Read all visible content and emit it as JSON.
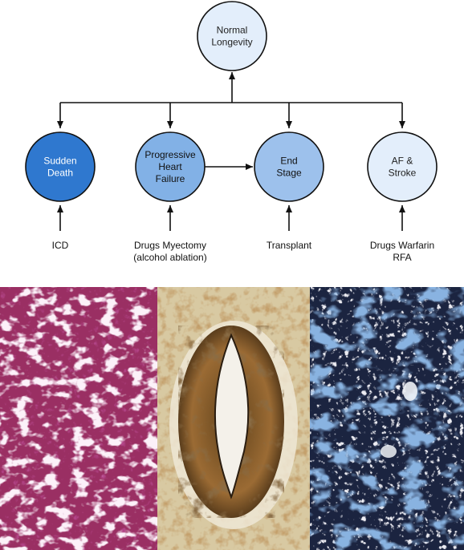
{
  "nodes": {
    "normal_longevity": {
      "lines": [
        "Normal",
        "Longevity"
      ],
      "fill": "#e3eefb",
      "text_color": "#222222"
    },
    "sudden_death": {
      "lines": [
        "Sudden",
        "Death"
      ],
      "fill": "#2f78cf",
      "text_color": "#ffffff"
    },
    "progressive_heart_failure": {
      "lines": [
        "Progressive",
        "Heart",
        "Failure"
      ],
      "fill": "#82b1e6",
      "text_color": "#111111"
    },
    "end_stage": {
      "lines": [
        "End",
        "Stage"
      ],
      "fill": "#9dc1ec",
      "text_color": "#111111"
    },
    "af_stroke": {
      "lines": [
        "AF &",
        "Stroke"
      ],
      "fill": "#e3eefb",
      "text_color": "#222222"
    }
  },
  "treatments": {
    "icd": {
      "lines": [
        "ICD"
      ]
    },
    "drugs_myectomy": {
      "lines": [
        "Drugs Myectomy",
        "(alcohol ablation)"
      ]
    },
    "transplant": {
      "lines": [
        "Transplant"
      ]
    },
    "drugs_warfarin": {
      "lines": [
        "Drugs Warfarin",
        "RFA"
      ]
    }
  },
  "colors": {
    "stroke": "#111111",
    "panel_left_base": "#9a2f63",
    "panel_middle_base": "#d8c9a2",
    "panel_right_base": "#1b2440"
  }
}
